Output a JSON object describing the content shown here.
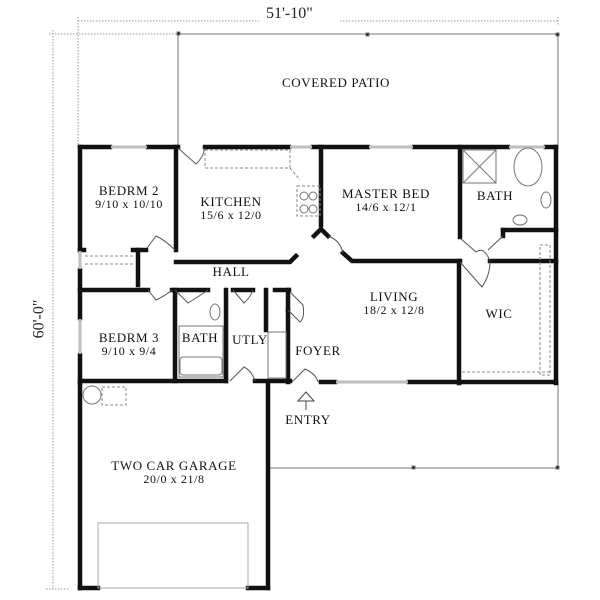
{
  "plan": {
    "overall_width": "51'-10\"",
    "overall_depth": "60'-0\"",
    "entry_label": "ENTRY",
    "rooms": [
      {
        "id": "covered-patio",
        "name": "COVERED PATIO",
        "dims": ""
      },
      {
        "id": "bedroom-2",
        "name": "BEDRM  2",
        "dims": "9/10 x 10/10"
      },
      {
        "id": "kitchen",
        "name": "KITCHEN",
        "dims": "15/6 x 12/0"
      },
      {
        "id": "master-bed",
        "name": "MASTER BED",
        "dims": "14/6 x 12/1"
      },
      {
        "id": "master-bath",
        "name": "BATH",
        "dims": ""
      },
      {
        "id": "hall",
        "name": "HALL",
        "dims": ""
      },
      {
        "id": "living",
        "name": "LIVING",
        "dims": "18/2 x 12/8"
      },
      {
        "id": "wic",
        "name": "WIC",
        "dims": ""
      },
      {
        "id": "bedroom-3",
        "name": "BEDRM  3",
        "dims": "9/10 x 9/4"
      },
      {
        "id": "hall-bath",
        "name": "BATH",
        "dims": ""
      },
      {
        "id": "utility",
        "name": "UTLY",
        "dims": ""
      },
      {
        "id": "foyer",
        "name": "FOYER",
        "dims": ""
      },
      {
        "id": "garage",
        "name": "TWO CAR GARAGE",
        "dims": "20/0 x 21/8"
      }
    ],
    "colors": {
      "wall": "#111111",
      "window": "#bdbdbd",
      "dimension_line": "#9a9a9a",
      "fixture": "#888888"
    }
  }
}
